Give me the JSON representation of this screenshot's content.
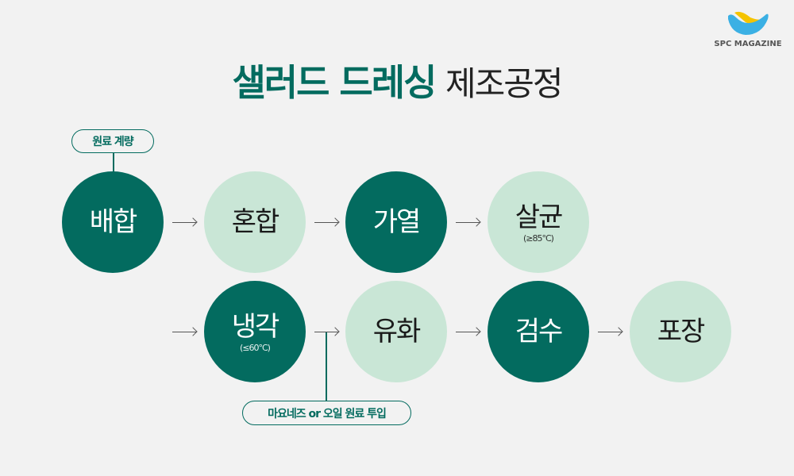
{
  "logo": {
    "text": "SPC MAGAZINE"
  },
  "title": {
    "bold": "샐러드 드레싱",
    "regular": "제조공정"
  },
  "steps": [
    {
      "label": "배합",
      "sub": ""
    },
    {
      "label": "혼합",
      "sub": ""
    },
    {
      "label": "가열",
      "sub": ""
    },
    {
      "label": "살균",
      "sub": "(≥85°C)"
    },
    {
      "label": "냉각",
      "sub": "(≤60°C)"
    },
    {
      "label": "유화",
      "sub": ""
    },
    {
      "label": "검수",
      "sub": ""
    },
    {
      "label": "포장",
      "sub": ""
    }
  ],
  "notes": {
    "weighing": "원료 계량",
    "input": "마요네즈 or 오일 원료 투입"
  },
  "colors": {
    "dark": "#036b5f",
    "light": "#c9e6d6",
    "background": "#f2f2f2"
  }
}
